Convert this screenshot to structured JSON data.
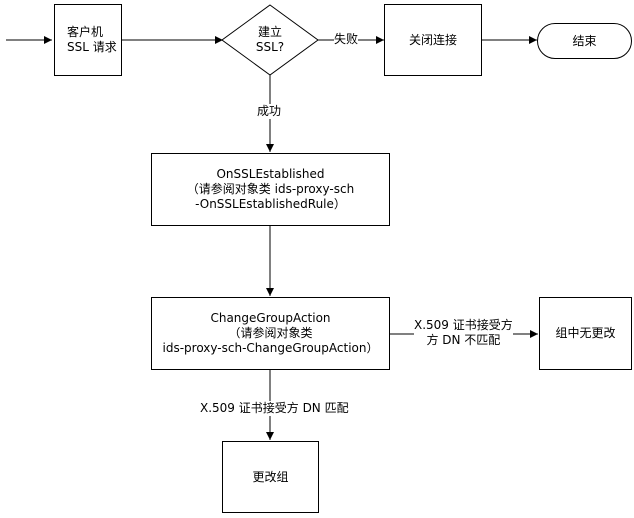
{
  "nodes": {
    "client_request": [
      "客户机",
      "SSL 请求"
    ],
    "decision": [
      "建立",
      "SSL?"
    ],
    "close_connection": "关闭连接",
    "end": "结束",
    "on_ssl_established": [
      "OnSSLEstablished",
      "（请参阅对象类 ids-proxy-sch",
      "-OnSSLEstablishedRule）"
    ],
    "change_group_action": [
      "ChangeGroupAction",
      "（请参阅对象类",
      "ids-proxy-sch-ChangeGroupAction）"
    ],
    "group_unchanged": "组中无更改",
    "change_group": "更改组"
  },
  "edges": {
    "fail": "失败",
    "success": "成功",
    "dn_not_match": [
      "X.509 证书接受方",
      "方 DN 不匹配"
    ],
    "dn_match": "X.509 证书接受方 DN 匹配"
  }
}
